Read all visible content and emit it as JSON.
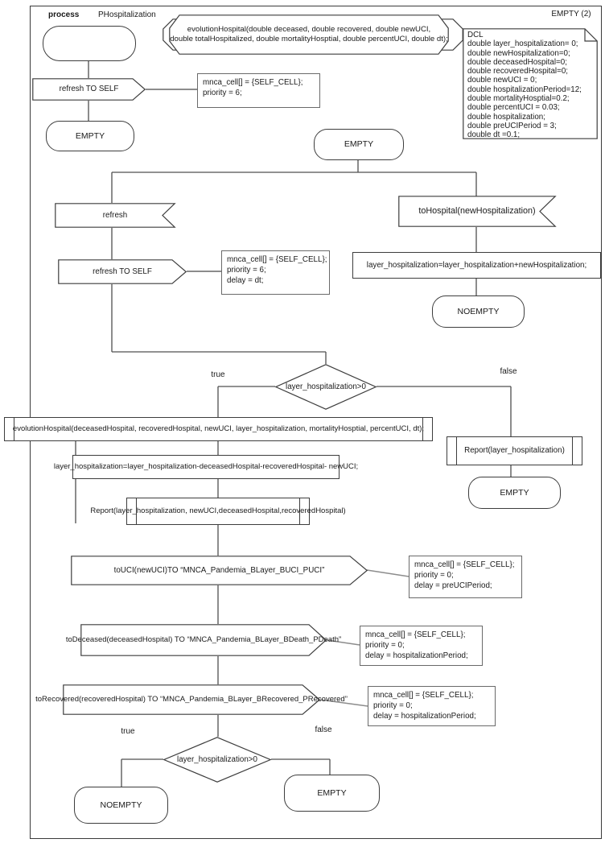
{
  "title": {
    "process_label": "process",
    "process_name": "PHospitalization"
  },
  "page_label": "EMPTY (2)",
  "declaration_banner": {
    "line1": "evolutionHospital(double deceased, double recovered, double newUCI,",
    "line2": "double totalHospitalized, double mortalityHosptial, double percentUCI, double dt);"
  },
  "dcl_block": {
    "lines": [
      "DCL",
      "double layer_hospitalization= 0;",
      "double newHospitalization=0;",
      "double deceasedHospital=0;",
      "double recoveredHospital=0;",
      "double newUCI = 0;",
      "double hospitalizationPeriod=12;",
      "double mortalityHosptial=0.2;",
      "double percentUCI = 0.03;",
      "double hospitalization;",
      "double preUCIPeriod = 3;",
      "double dt =0.1;"
    ]
  },
  "states": {
    "empty1": "EMPTY",
    "empty_top": "EMPTY",
    "noempty_right": "NOEMPTY",
    "empty_false": "EMPTY",
    "noempty_bottom": "NOEMPTY",
    "empty_bottom": "EMPTY"
  },
  "signals": {
    "refresh_to_self_1": "refresh TO SELF",
    "refresh_receive": "refresh",
    "refresh_to_self_2": "refresh TO SELF",
    "to_hospital": "toHospital(newHospitalization)",
    "to_uci": "toUCI(newUCI)TO “MNCA_Pandemia_BLayer_BUCI_PUCI”",
    "to_deceased": "toDeceased(deceasedHospital) TO “MNCA_Pandemia_BLayer_BDeath_PDeath”",
    "to_recovered": "toRecovered(recoveredHospital) TO “MNCA_Pandemia_BLayer_BRecovered_PRecovered”"
  },
  "tasks": {
    "add_hospitalization": "layer_hospitalization=layer_hospitalization+newHospitalization;",
    "subtract_hospitalization": "layer_hospitalization=layer_hospitalization-deceasedHospital-recoveredHospital- newUCI;"
  },
  "procedures": {
    "evolution_call": "evolutionHospital(deceasedHospital, recoveredHospital, newUCI, layer_hospitalization, mortalityHosptial, percentUCI, dt);",
    "report_full": "Report(layer_hospitalization, newUCI,deceasedHospital,recoveredHospital)",
    "report_simple": "Report(layer_hospitalization)"
  },
  "decisions": {
    "d1": "layer_hospitalization>0",
    "d2": "layer_hospitalization>0",
    "true_label": "true",
    "false_label": "false"
  },
  "comments": {
    "c1": {
      "lines": [
        "mnca_cell[] = {SELF_CELL};",
        "priority = 6;"
      ]
    },
    "c2": {
      "lines": [
        "mnca_cell[] = {SELF_CELL};",
        "priority = 6;",
        "delay = dt;"
      ]
    },
    "c3": {
      "lines": [
        "mnca_cell[] = {SELF_CELL};",
        "priority = 0;",
        "delay = preUCIPeriod;"
      ]
    },
    "c4": {
      "lines": [
        "mnca_cell[] = {SELF_CELL};",
        "priority = 0;",
        "delay = hospitalizationPeriod;"
      ]
    },
    "c5": {
      "lines": [
        "mnca_cell[] = {SELF_CELL};",
        "priority = 0;",
        "delay = hospitalizationPeriod;"
      ]
    }
  },
  "colors": {
    "shape_stroke": "#3d3d3d",
    "connector": "#4f4f4f",
    "comment_border": "#6a6a6a",
    "background": "#ffffff"
  }
}
